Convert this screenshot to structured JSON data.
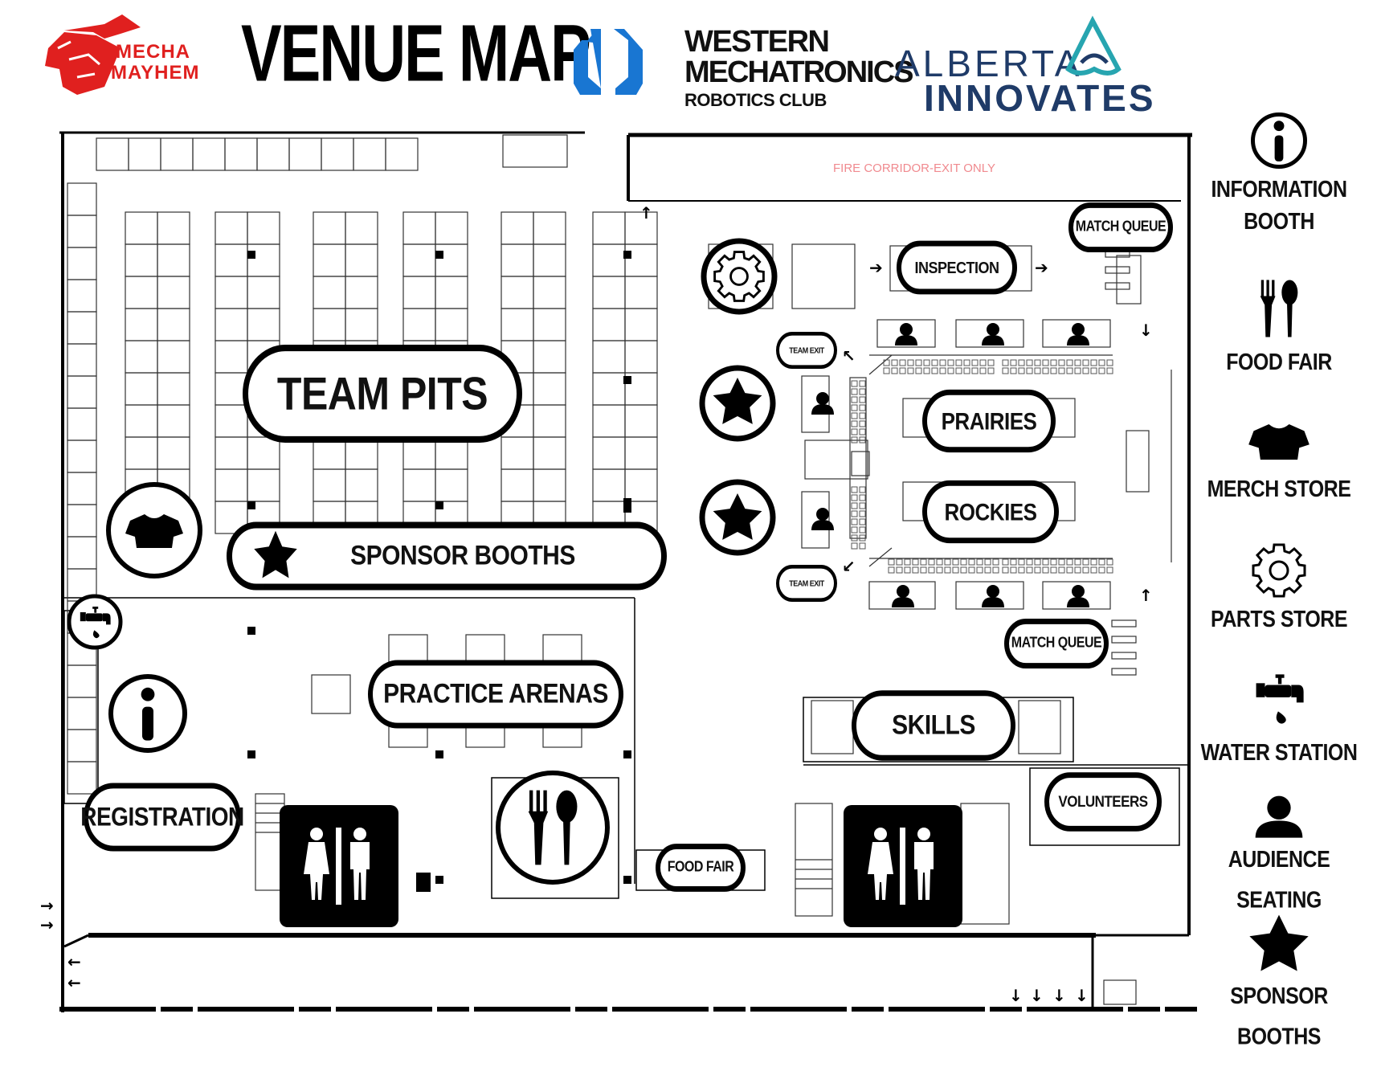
{
  "header": {
    "title": "VENUE MAP",
    "logo_mecha_line1": "MECHA",
    "logo_mecha_line2": "MAYHEM",
    "logo_western_line1": "WESTERN",
    "logo_western_line2": "MECHATRONICS",
    "logo_western_line3": "ROBOTICS CLUB",
    "logo_alberta_line1": "ALBERTA",
    "logo_alberta_line2": "INNOVATES"
  },
  "colors": {
    "mecha_red": "#e0201f",
    "western_blue": "#1976d2",
    "alberta_navy": "#1f3b68",
    "alberta_teal": "#27a5b0",
    "fire_corridor_pink": "#f08a8f",
    "ink": "#000000"
  },
  "map": {
    "fire_corridor": "FIRE CORRIDOR-EXIT ONLY",
    "labels": {
      "team_pits": "TEAM PITS",
      "sponsor_booths": "SPONSOR BOOTHS",
      "practice_arenas": "PRACTICE ARENAS",
      "registration": "REGISTRATION",
      "inspection": "INSPECTION",
      "match_queue_top": "MATCH QUEUE",
      "match_queue_bottom": "MATCH QUEUE",
      "team_exit_top": "TEAM EXIT",
      "team_exit_bottom": "TEAM EXIT",
      "prairies": "PRAIRIES",
      "rockies": "ROCKIES",
      "skills": "SKILLS",
      "volunteers": "VOLUNTEERS",
      "food_fair": "FOOD FAIR"
    },
    "markers": [
      "merch-store-icon",
      "water-station-icon",
      "information-icon",
      "food-fair-icon",
      "restroom-icon",
      "parts-store-icon",
      "sponsor-booth-icon",
      "audience-seating-icon"
    ]
  },
  "legend": [
    {
      "icon": "information-icon",
      "label_line1": "INFORMATION",
      "label_line2": "BOOTH"
    },
    {
      "icon": "food-fair-icon",
      "label_line1": "FOOD FAIR",
      "label_line2": ""
    },
    {
      "icon": "merch-store-icon",
      "label_line1": "MERCH STORE",
      "label_line2": ""
    },
    {
      "icon": "parts-store-icon",
      "label_line1": "PARTS STORE",
      "label_line2": ""
    },
    {
      "icon": "water-station-icon",
      "label_line1": "WATER STATION",
      "label_line2": ""
    },
    {
      "icon": "audience-seating-icon",
      "label_line1": "AUDIENCE SEATING",
      "label_line2": ""
    },
    {
      "icon": "sponsor-booth-icon",
      "label_line1": "SPONSOR BOOTHS",
      "label_line2": ""
    }
  ]
}
